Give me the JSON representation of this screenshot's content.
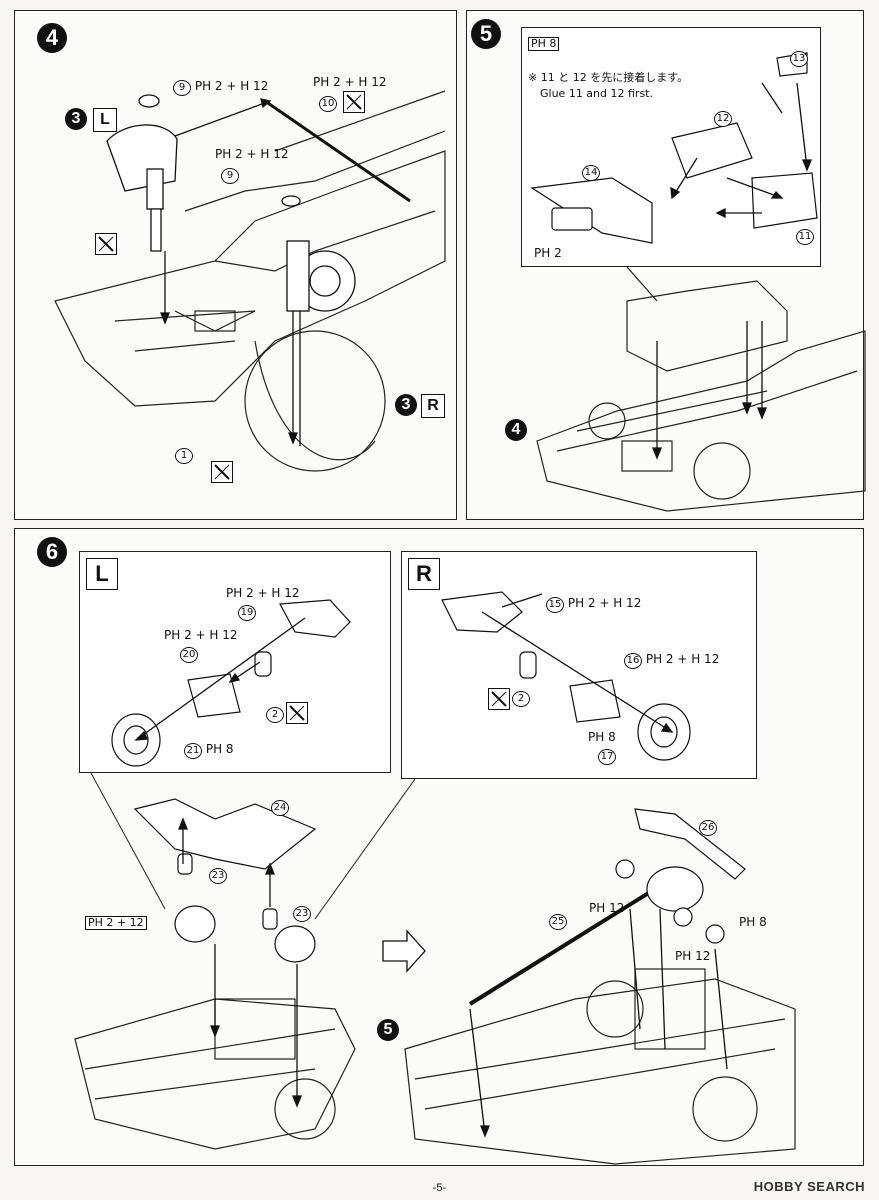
{
  "step4": {
    "number": "4",
    "sub_left_num": "3",
    "sub_left_side": "L",
    "sub_right_num": "3",
    "sub_right_side": "R",
    "part1": "1",
    "part9a": "9",
    "paint9a": "PH 2 + H 12",
    "part9b": "9",
    "paint9b": "PH 2 + H 12",
    "part10": "10",
    "paint10": "PH 2 + H 12"
  },
  "step5": {
    "number": "5",
    "paint_box": "PH 8",
    "note_jp": "※ 11 と 12 を先に接着します。",
    "note_en": "Glue 11 and 12 first.",
    "part11": "11",
    "part12": "12",
    "part13": "13",
    "part14": "14",
    "paint_ph2": "PH 2",
    "ref4": "4"
  },
  "step6": {
    "number": "6",
    "left_title": "L",
    "right_title": "R",
    "left": {
      "p19": "19",
      "paint19": "PH 2 + H 12",
      "p20": "20",
      "paint20": "PH 2 + H 12",
      "p2": "2",
      "p21": "21",
      "paint21": "PH 8"
    },
    "right": {
      "p15": "15",
      "paint15": "PH 2 + H 12",
      "p16": "16",
      "paint16": "PH 2 + H 12",
      "p2": "2",
      "p17": "17",
      "paint17": "PH 8"
    },
    "p23a": "23",
    "p23b": "23",
    "p24": "24",
    "paint_box": "PH 2 + 12",
    "ref5a": "5",
    "p25": "25",
    "p26": "26",
    "paint_h12a": "PH 12",
    "paint_h12b": "PH 12",
    "paint_ph8": "PH 8"
  },
  "footer": {
    "page": "-5-",
    "watermark": "HOBBY SEARCH"
  }
}
